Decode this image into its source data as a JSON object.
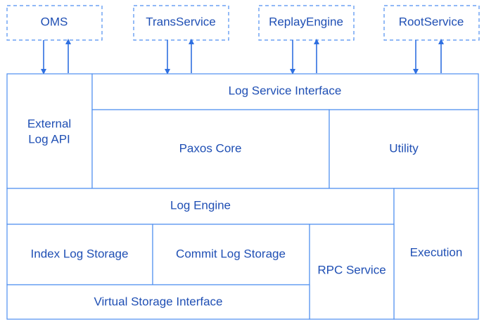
{
  "external_services": [
    {
      "label": "OMS"
    },
    {
      "label": "TransService"
    },
    {
      "label": "ReplayEngine"
    },
    {
      "label": "RootService"
    }
  ],
  "modules": {
    "log_service_interface": "Log Service Interface",
    "external_log_api_line1": "External",
    "external_log_api_line2": "Log API",
    "paxos_core": "Paxos Core",
    "utility": "Utility",
    "log_engine": "Log Engine",
    "index_log_storage": "Index Log Storage",
    "commit_log_storage": "Commit Log Storage",
    "rpc_service": "RPC Service",
    "execution": "Execution",
    "virtual_storage_interface": "Virtual Storage Interface"
  },
  "colors": {
    "line": "#4d8ef0",
    "text": "#1f4fb4",
    "arrow": "#2f6fe0"
  }
}
